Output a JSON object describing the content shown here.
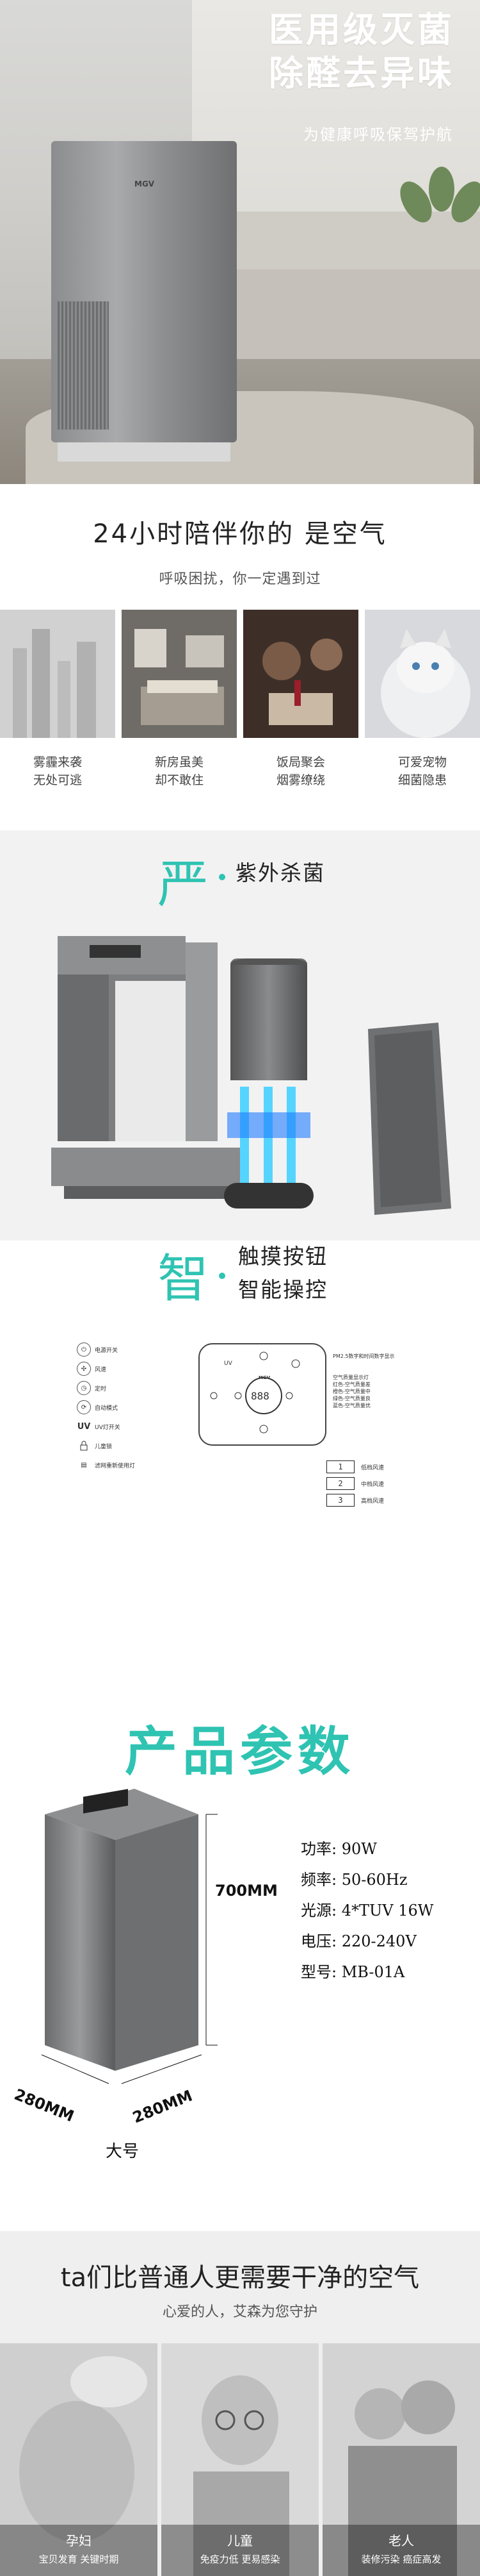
{
  "hero": {
    "title_line1": "医用级灭菌",
    "title_line2": "除醛去异味",
    "subtitle": "为健康呼吸保驾护航",
    "brand_logo": "MGV"
  },
  "intro": {
    "heading": "24小时陪伴你的 是空气",
    "subheading": "呼吸困扰，你一定遇到过",
    "items": [
      {
        "line1": "雾霾来袭",
        "line2": "无处可逃"
      },
      {
        "line1": "新房虽美",
        "line2": "却不敢住"
      },
      {
        "line1": "饭局聚会",
        "line2": "烟雾缭绕"
      },
      {
        "line1": "可爱宠物",
        "line2": "细菌隐患"
      }
    ]
  },
  "uv": {
    "char": "严",
    "label": "紫外杀菌"
  },
  "smart": {
    "char": "智",
    "label_line1": "触摸按钮",
    "label_line2": "智能操控",
    "legend": [
      {
        "icon": "power-icon",
        "glyph": "⏻",
        "text": "电源开关"
      },
      {
        "icon": "fan-icon",
        "glyph": "✣",
        "text": "风速"
      },
      {
        "icon": "timer-icon",
        "glyph": "◷",
        "text": "定时"
      },
      {
        "icon": "mode-icon",
        "glyph": "⟳",
        "text": "自动模式"
      },
      {
        "icon": "uv-icon",
        "glyph": "UV",
        "text": "UV灯开关"
      },
      {
        "icon": "lock-icon",
        "glyph": "🔒",
        "text": "儿童锁"
      },
      {
        "icon": "filter-reset-icon",
        "glyph": "▤",
        "text": "滤网重新使用灯"
      }
    ],
    "panel": {
      "uv_label": "UV",
      "brand": "MGV",
      "display": "888"
    },
    "notes": {
      "pm25": "PM2.5数字和时间数字显示",
      "air_quality": "空气质量显示灯",
      "q1": "红色-空气质量差",
      "q2": "橙色-空气质量中",
      "q3": "绿色-空气质量良",
      "q4": "蓝色-空气质量优"
    },
    "speeds": [
      {
        "digit": "1",
        "text": "低档风速"
      },
      {
        "digit": "2",
        "text": "中档风速"
      },
      {
        "digit": "3",
        "text": "高档风速"
      }
    ]
  },
  "params": {
    "heading": "产品参数",
    "height": "700MM",
    "width1": "280MM",
    "width2": "280MM",
    "model_size": "大号",
    "specs": [
      "功率: 90W",
      "频率: 50-60Hz",
      "光源: 4*TUV 16W",
      "电压: 220-240V",
      "型号: MB-01A"
    ]
  },
  "people": {
    "heading": "ta们比普通人更需要干净的空气",
    "subheading": "心爱的人，艾森为您守护",
    "items": [
      {
        "title": "孕妇",
        "desc": "宝贝发育 关键时期"
      },
      {
        "title": "儿童",
        "desc": "免疫力低 更易感染"
      },
      {
        "title": "老人",
        "desc": "装修污染 癌症高发"
      }
    ]
  }
}
